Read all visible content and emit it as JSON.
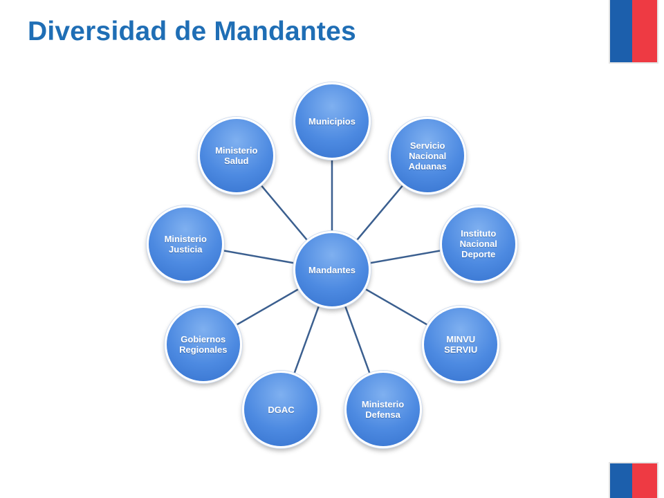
{
  "title": "Diversidad de Mandantes",
  "colors": {
    "title": "#1f6eb5",
    "node_fill": "#4d8ae1",
    "connector": "#3b5f8f",
    "flag_blue": "#1c5fac",
    "flag_red": "#ee3a43"
  },
  "hub": {
    "label": "Mandantes"
  },
  "nodes": [
    {
      "label": "Municipios"
    },
    {
      "label": "Servicio\nNacional\nAduanas"
    },
    {
      "label": "Instituto\nNacional\nDeporte"
    },
    {
      "label": "MINVU\nSERVIU"
    },
    {
      "label": "Ministerio\nDefensa"
    },
    {
      "label": "DGAC"
    },
    {
      "label": "Gobiernos\nRegionales"
    },
    {
      "label": "Ministerio\nJusticia"
    },
    {
      "label": "Ministerio\nSalud"
    }
  ]
}
